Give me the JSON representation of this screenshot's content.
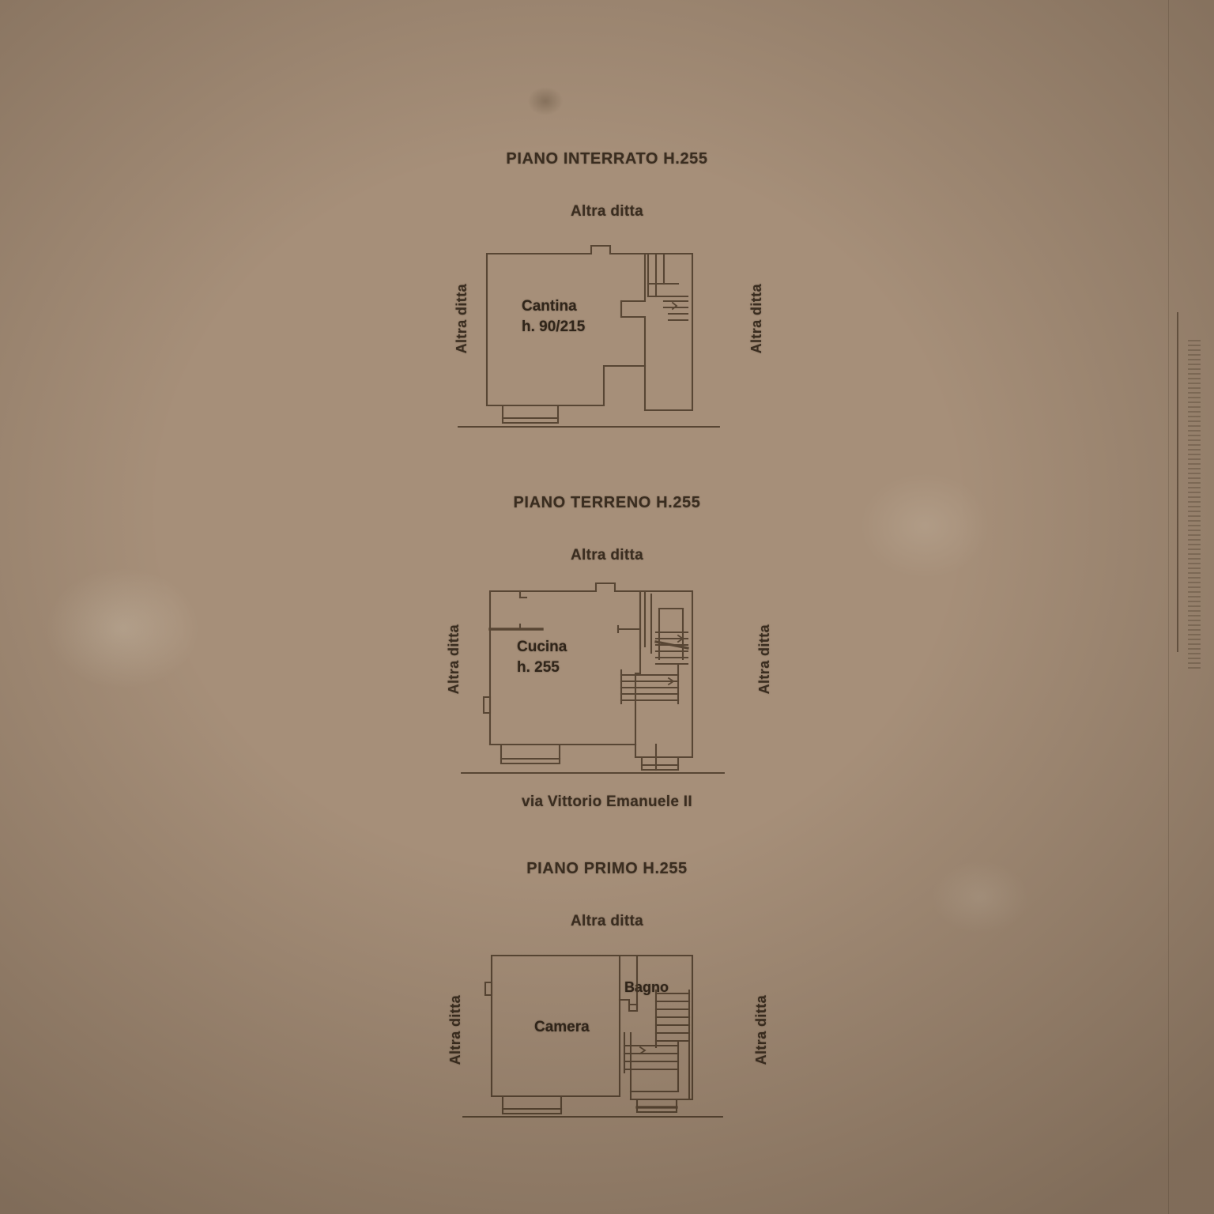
{
  "document": {
    "type": "planimetria-catastale",
    "paper_color": "#a8927c",
    "ink_color": "#3a2d20",
    "street": "via Vittorio Emanuele II"
  },
  "sections": [
    {
      "id": "interrato",
      "title": "PIANO INTERRATO H.255",
      "subtitle": "Altra ditta",
      "left_note": "Altra ditta",
      "right_note": "Altra ditta",
      "rooms": [
        {
          "name": "Cantina",
          "height": "h. 90/215"
        }
      ]
    },
    {
      "id": "terreno",
      "title": "PIANO TERRENO H.255",
      "subtitle": "Altra ditta",
      "left_note": "Altra ditta",
      "right_note": "Altra ditta",
      "rooms": [
        {
          "name": "Cucina",
          "height": "h. 255"
        }
      ],
      "street_label": "via Vittorio Emanuele II"
    },
    {
      "id": "primo",
      "title": "PIANO PRIMO H.255",
      "subtitle": "Altra ditta",
      "left_note": "Altra ditta",
      "right_note": "Altra ditta",
      "rooms": [
        {
          "name": "Camera",
          "height": ""
        },
        {
          "name": "Bagno",
          "height": ""
        }
      ]
    }
  ]
}
